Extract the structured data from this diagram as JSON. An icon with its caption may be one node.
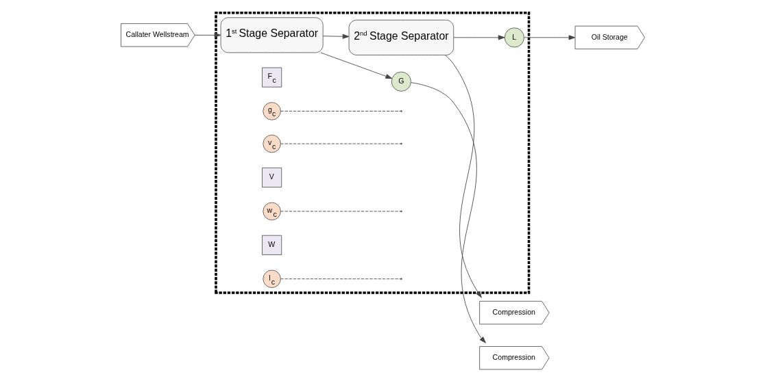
{
  "diagram": {
    "nodes": [
      {
        "text": [],
        "shape": "box"
      },
      {
        "text": [
          "Callater Wellstream"
        ]
      },
      {
        "text": [
          "1$^{st}$ Stage Separator"
        ],
        "in": 0
      },
      {
        "text": [
          "F$_{c}$"
        ],
        "in": 0
      },
      {
        "text": [
          "g$_{c}$"
        ],
        "in": 0
      },
      {
        "text": [
          "G"
        ],
        "in": 0
      },
      {
        "text": [
          "Compression"
        ]
      },
      {
        "text": [
          "v$_{c}$"
        ],
        "in": 0
      },
      {
        "text": [
          "V"
        ],
        "in": 0
      },
      {
        "text": [
          "Compression"
        ]
      },
      {
        "text": [
          "w$_{c}$"
        ],
        "in": 0
      },
      {
        "text": [
          "W"
        ],
        "in": 0
      },
      {
        "text": [
          "2$^{nd}$ Stage Separator"
        ],
        "in": 0
      },
      {
        "text": [
          "l$_{c}$"
        ],
        "in": 0
      },
      {
        "text": [
          "L"
        ],
        "in": 0
      },
      {
        "text": [
          "Oil Storage"
        ]
      }
    ],
    "edges": [
      {
        "from": 1,
        "to": 2,
        "arrow": "to"
      },
      {
        "from": 2,
        "to": 5,
        "arrow": "to"
      },
      {
        "from": 5,
        "to": 6,
        "arrow": "to"
      },
      {
        "from": 2,
        "to": 12,
        "arrow": "to"
      },
      {
        "from": 12,
        "to": 9,
        "arrow": "to"
      },
      {
        "from": 12,
        "to": 14,
        "arrow": "to"
      },
      {
        "from": 14,
        "to": 15,
        "arrow": "to"
      },
      {
        "from": 4,
        "to": null,
        "arrow": "none",
        "style": "dashed"
      },
      {
        "from": 7,
        "to": null,
        "arrow": "none",
        "style": "dashed"
      },
      {
        "from": 10,
        "to": null,
        "arrow": "none",
        "style": "dashed"
      },
      {
        "from": 13,
        "to": null,
        "arrow": "none",
        "style": "dashed"
      }
    ]
  }
}
